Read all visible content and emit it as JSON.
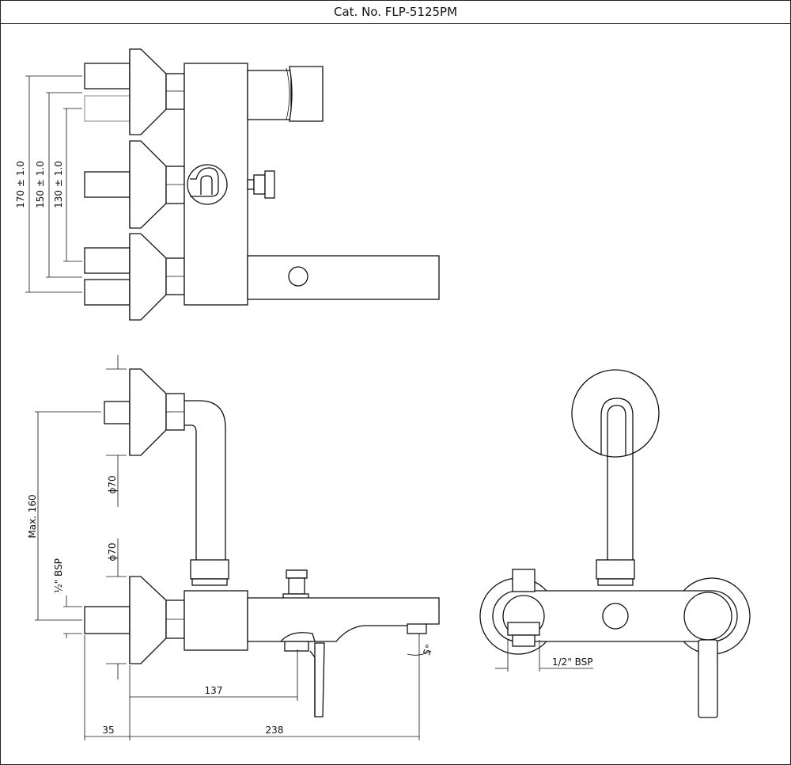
{
  "title": "Cat. No. FLP-5125PM",
  "top_view": {
    "dim_outer": "170 ± 1.0",
    "dim_middle": "150 ± 1.0",
    "dim_inner": "130 ± 1.0"
  },
  "side_view": {
    "dim_max_height": "Max. 160",
    "dim_flange_upper": "ϕ70",
    "dim_flange_lower": "ϕ70",
    "dim_inlet_thread": "½\" BSP",
    "dim_spout_angle": "5°",
    "dim_137": "137",
    "dim_35": "35",
    "dim_238": "238"
  },
  "front_view": {
    "dim_bsp": "1/2\" BSP"
  }
}
